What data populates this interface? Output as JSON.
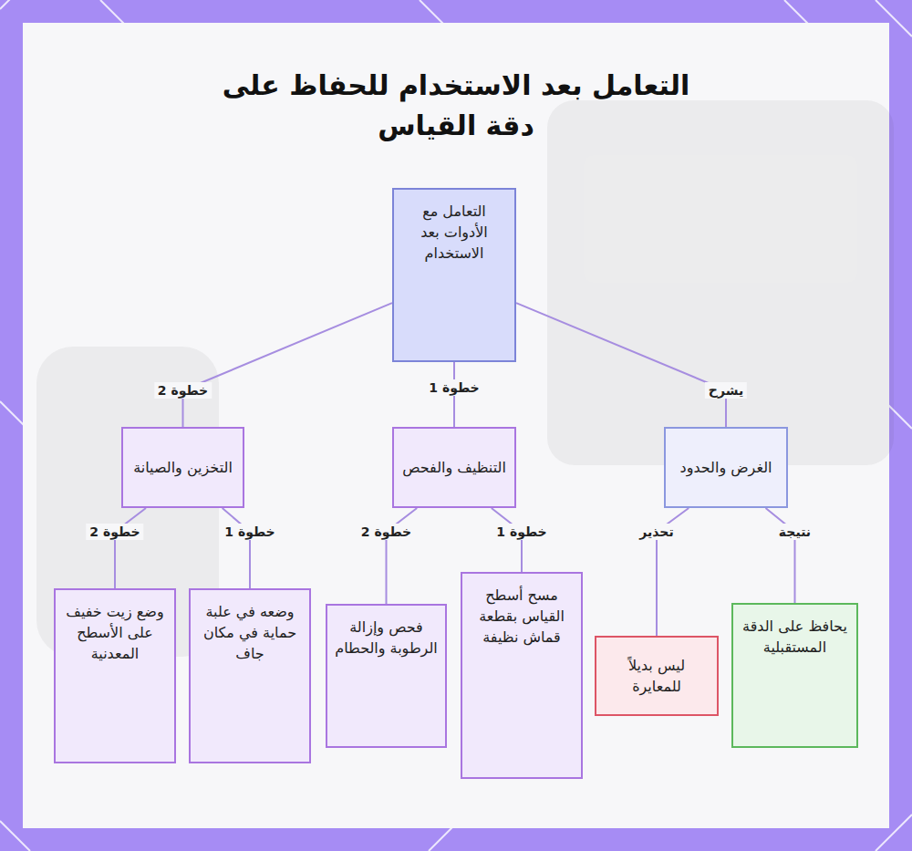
{
  "diagram": {
    "title": "التعامل بعد الاستخدام للحفاظ على دقة القياس",
    "nodes": [
      {
        "text": [
          "التعامل مع الأدوات بعد الاستخدام"
        ]
      },
      {
        "text": [
          "الغرض والحدود"
        ]
      },
      {
        "text": [
          "التنظيف والفحص"
        ]
      },
      {
        "text": [
          "التخزين والصيانة"
        ]
      },
      {
        "text": [
          "يحافظ على الدقة المستقبلية"
        ]
      },
      {
        "text": [
          "ليس بديلاً للمعايرة"
        ]
      },
      {
        "text": [
          "مسح أسطح القياس بقطعة قماش نظيفة"
        ]
      },
      {
        "text": [
          "فحص وإزالة الرطوبة والحطام"
        ]
      },
      {
        "text": [
          "وضعه في علبة حماية في مكان جاف"
        ]
      },
      {
        "text": [
          "وضع زيت خفيف على الأسطح المعدنية"
        ]
      }
    ],
    "edges": [
      {
        "from": 0,
        "to": 1,
        "label": "يشرح",
        "arrow": "none"
      },
      {
        "from": 0,
        "to": 2,
        "label": "خطوة 1",
        "arrow": "none"
      },
      {
        "from": 0,
        "to": 3,
        "label": "خطوة 2",
        "arrow": "none"
      },
      {
        "from": 1,
        "to": 4,
        "label": "نتيجة",
        "arrow": "none"
      },
      {
        "from": 1,
        "to": 5,
        "label": "تحذير",
        "arrow": "none"
      },
      {
        "from": 2,
        "to": 6,
        "label": "خطوة 1",
        "arrow": "none"
      },
      {
        "from": 2,
        "to": 7,
        "label": "خطوة 2",
        "arrow": "none"
      },
      {
        "from": 3,
        "to": 8,
        "label": "خطوة 1",
        "arrow": "none"
      },
      {
        "from": 3,
        "to": 9,
        "label": "خطوة 2",
        "arrow": "none"
      }
    ]
  }
}
